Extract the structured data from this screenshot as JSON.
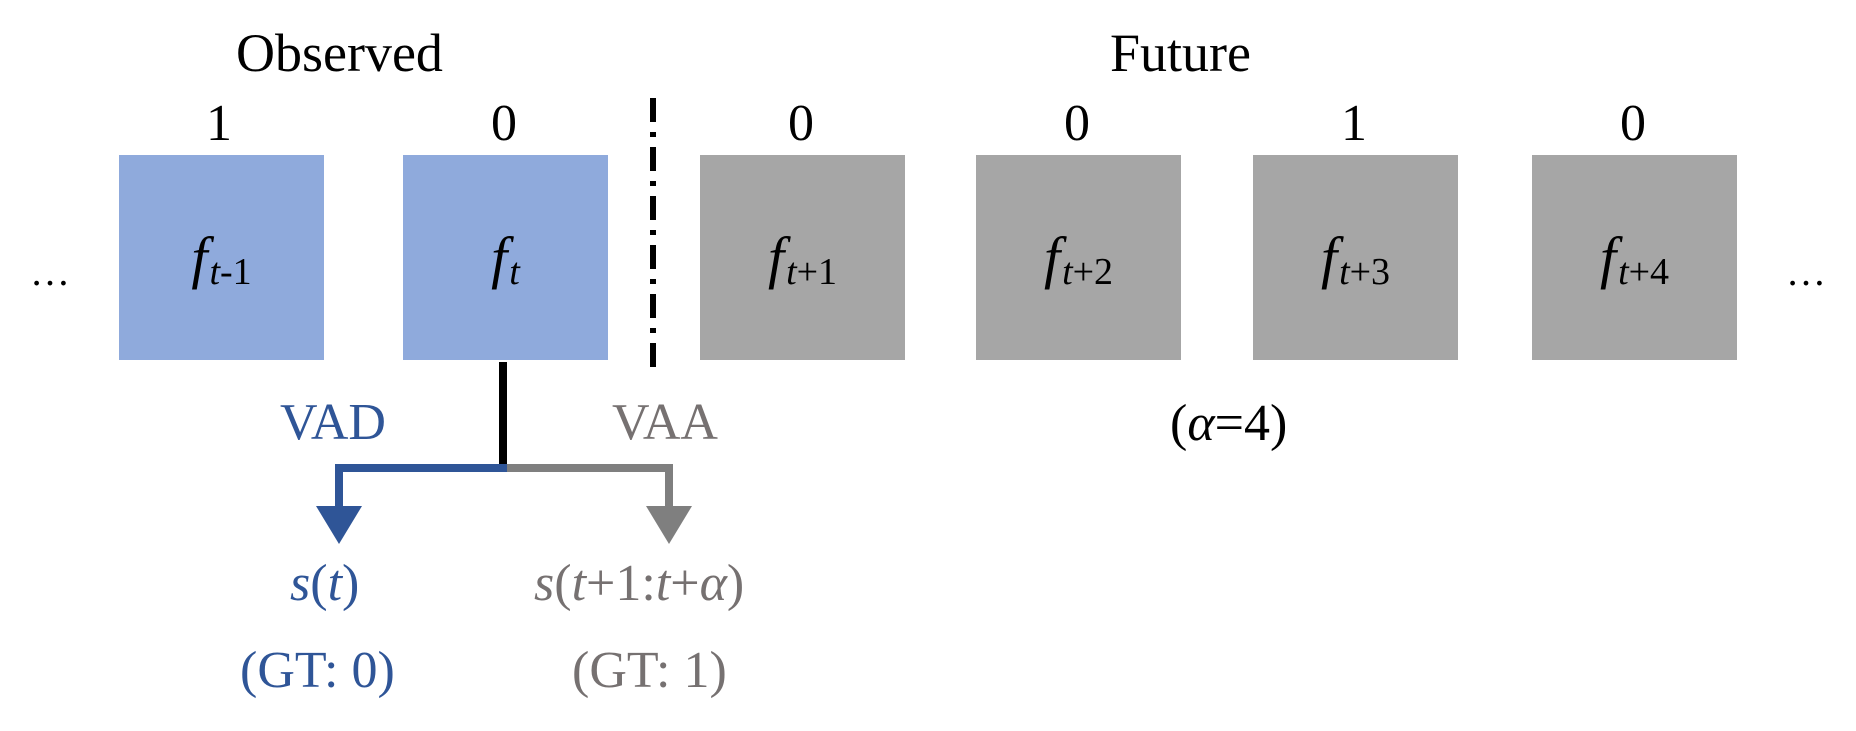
{
  "headings": {
    "observed": "Observed",
    "future": "Future"
  },
  "frames": [
    {
      "symbol": "f",
      "sub_var": "t",
      "sub_rest": "-1",
      "label": "1",
      "group": "observed"
    },
    {
      "symbol": "f",
      "sub_var": "t",
      "sub_rest": "",
      "label": "0",
      "group": "observed"
    },
    {
      "symbol": "f",
      "sub_var": "t",
      "sub_rest": "+1",
      "label": "0",
      "group": "future"
    },
    {
      "symbol": "f",
      "sub_var": "t",
      "sub_rest": "+2",
      "label": "0",
      "group": "future"
    },
    {
      "symbol": "f",
      "sub_var": "t",
      "sub_rest": "+3",
      "label": "1",
      "group": "future"
    },
    {
      "symbol": "f",
      "sub_var": "t",
      "sub_rest": "+4",
      "label": "0",
      "group": "future"
    }
  ],
  "ellipsis": "…",
  "branches": {
    "vad": {
      "label": "VAD",
      "func": "s",
      "open": "(",
      "var": "t",
      "close": ")",
      "gt": "(GT: 0)"
    },
    "vaa": {
      "label": "VAA",
      "func": "s",
      "open": "(",
      "t1": "t",
      "plus1": "+1:",
      "t2": "t",
      "plus2": "+",
      "alpha": "α",
      "close": ")",
      "gt": "(GT: 1)"
    }
  },
  "horizon": {
    "open": "(",
    "alpha": "α",
    "eq": "=4",
    "close": ")"
  },
  "colors": {
    "observed_fill": "#8faadc",
    "future_fill": "#a6a6a6",
    "vad_color": "#2f5597",
    "vaa_color": "#767171"
  }
}
